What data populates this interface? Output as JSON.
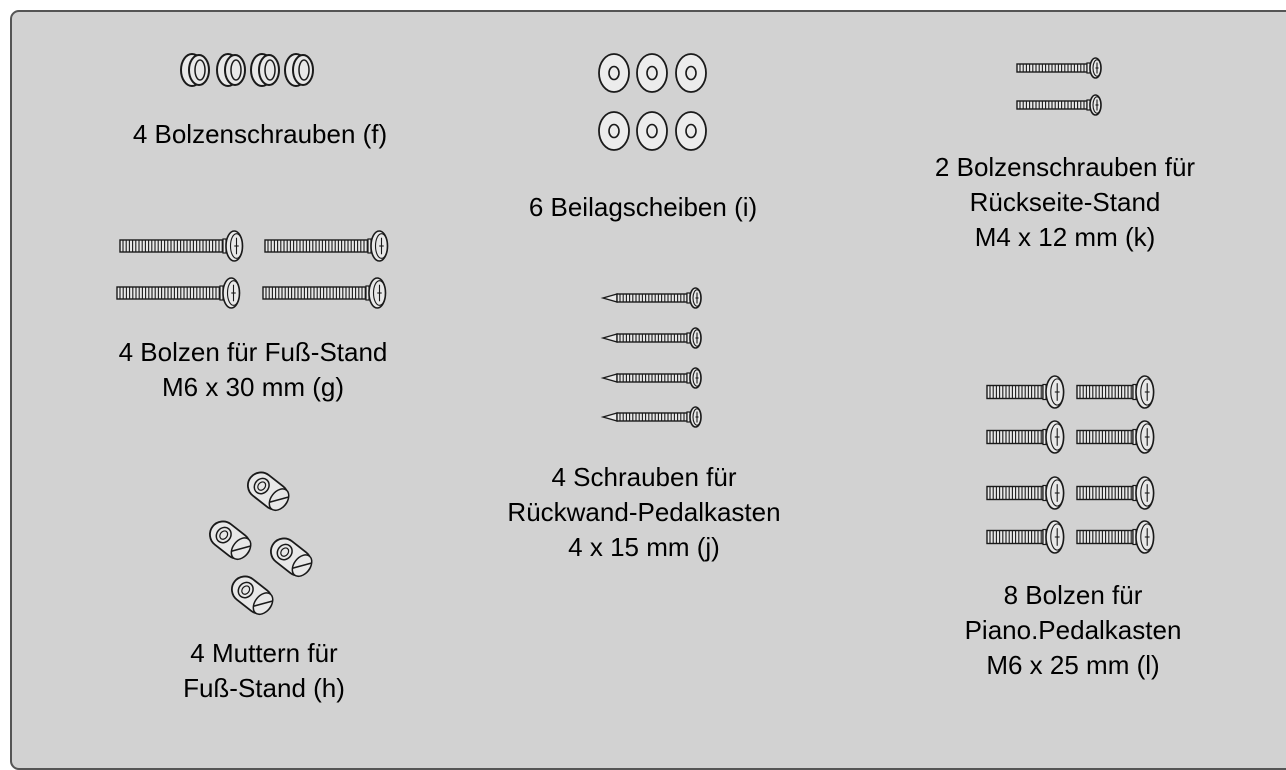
{
  "colors": {
    "panel": "#d2d2d2",
    "outline": "#1a1a1a",
    "part_fill": "#e8e8e8"
  },
  "parts": [
    {
      "id": "f",
      "qty": 4,
      "lines": [
        "4 Bolzenschrauben (f)"
      ],
      "icon": "cap-nut-icon"
    },
    {
      "id": "g",
      "qty": 4,
      "lines": [
        "4 Bolzen für Fuß-Stand",
        "M6 x 30 mm (g)"
      ],
      "icon": "long-bolt-icon"
    },
    {
      "id": "h",
      "qty": 4,
      "lines": [
        "4 Muttern für",
        "Fuß-Stand (h)"
      ],
      "icon": "barrel-nut-icon"
    },
    {
      "id": "i",
      "qty": 6,
      "lines": [
        "6 Beilagscheiben (i)"
      ],
      "icon": "washer-icon"
    },
    {
      "id": "j",
      "qty": 4,
      "lines": [
        "4 Schrauben für",
        "Rückwand-Pedalkasten",
        "4 x 15 mm (j)"
      ],
      "icon": "wood-screw-icon"
    },
    {
      "id": "k",
      "qty": 2,
      "lines": [
        "2 Bolzenschrauben für",
        "Rückseite-Stand",
        "M4 x 12 mm (k)"
      ],
      "icon": "small-bolt-icon"
    },
    {
      "id": "l",
      "qty": 8,
      "lines": [
        "8 Bolzen für",
        "Piano.Pedalkasten",
        "M6 x 25 mm (l)"
      ],
      "icon": "medium-bolt-icon"
    }
  ]
}
